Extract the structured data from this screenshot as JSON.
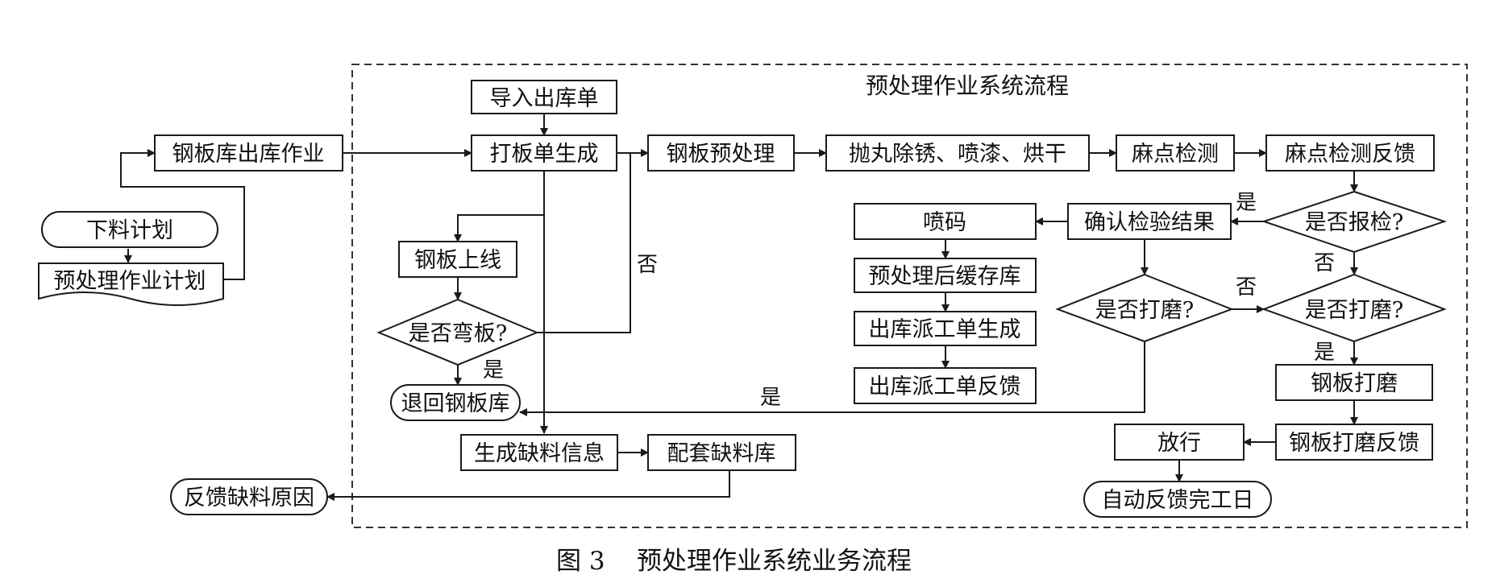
{
  "figure": {
    "system_title": "预处理作业系统流程",
    "caption_num": "图 3",
    "caption_text": "预处理作业系统业务流程"
  },
  "nodes": {
    "xialiao_jihua": "下料计划",
    "yuchuli_jihua": "预处理作业计划",
    "ku_chuku": "钢板库出库作业",
    "daoru": "导入出库单",
    "daban": "打板单生成",
    "yuchuli": "钢板预处理",
    "paowan": "抛丸除锈、喷漆、烘干",
    "madian": "麻点检测",
    "madian_fk": "麻点检测反馈",
    "shangxian": "钢板上线",
    "wanban": "是否弯板?",
    "tuihui": "退回钢板库",
    "quliao": "生成缺料信息",
    "peitao": "配套缺料库",
    "fankui_quliao": "反馈缺料原因",
    "penma": "喷码",
    "huancun": "预处理后缓存库",
    "paigong": "出库派工单生成",
    "paigong_fk": "出库派工单反馈",
    "queren": "确认检验结果",
    "baojian": "是否报检?",
    "damo1": "是否打磨?",
    "damo2": "是否打磨?",
    "gb_damo": "钢板打磨",
    "gb_damo_fk": "钢板打磨反馈",
    "fangxing": "放行",
    "wangong": "自动反馈完工日"
  },
  "edge_labels": {
    "fou_wanban": "否",
    "shi_wanban": "是",
    "shi_tuihui": "是",
    "shi_baojian": "是",
    "fou_baojian": "否",
    "fou_damo": "否",
    "shi_damo": "是"
  }
}
